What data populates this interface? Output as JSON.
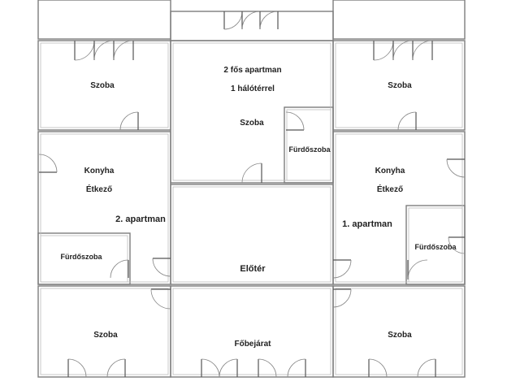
{
  "rooms": {
    "top_center_title": "2 fős apartman",
    "top_center_subtitle": "1 hálótérrel",
    "top_center_room": "Szoba",
    "top_center_bath": "Fürdőszoba",
    "top_left_room": "Szoba",
    "top_right_room": "Szoba",
    "left_kitchen": "Konyha",
    "left_dining": "Étkező",
    "left_apartment": "2. apartman",
    "left_bath": "Fürdőszoba",
    "right_kitchen": "Konyha",
    "right_dining": "Étkező",
    "right_apartment": "1. apartman",
    "right_bath": "Fürdőszoba",
    "center_hall": "Előtér",
    "bottom_left_room": "Szoba",
    "bottom_center_entrance": "Főbejárat",
    "bottom_right_room": "Szoba"
  }
}
